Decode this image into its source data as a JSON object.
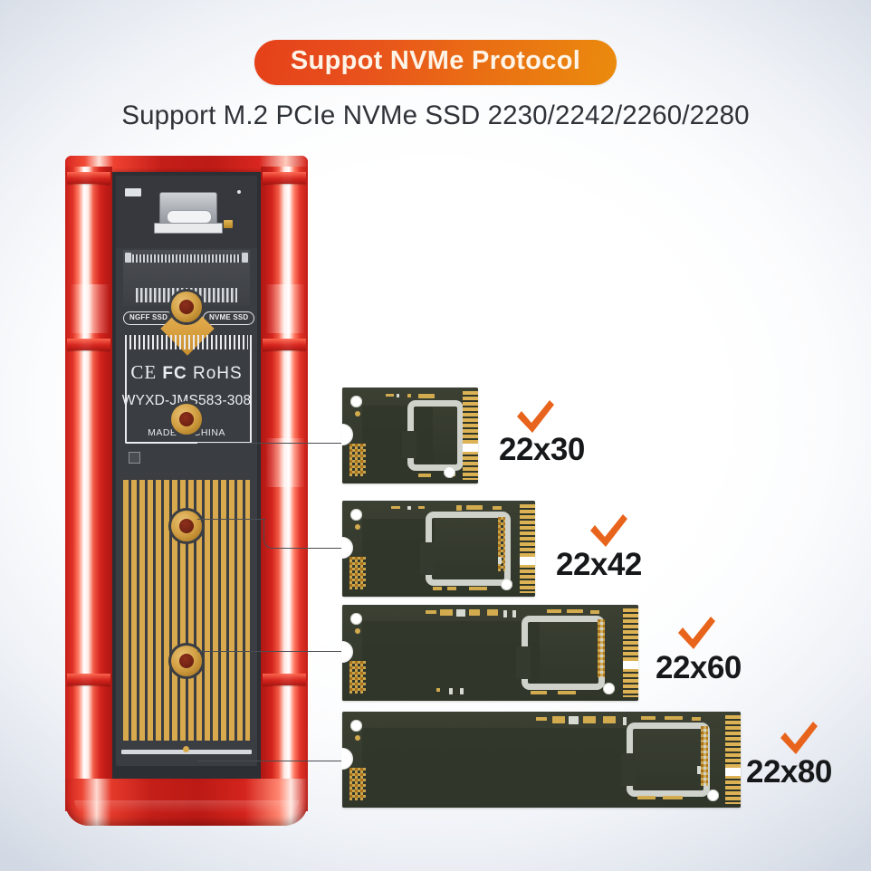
{
  "header": {
    "banner_text": "Suppot NVMe Protocol",
    "subtitle": "Support M.2 PCIe NVMe SSD 2230/2242/2260/2280",
    "banner_gradient_start": "#e5401a",
    "banner_gradient_end": "#ea8b0d",
    "banner_text_color": "#fdf3e6",
    "subtitle_color": "#2f3338"
  },
  "enclosure": {
    "shell_color": "#c41e19",
    "pcb_color": "#3a3d42",
    "heatsink_color": "#d9a94e",
    "badges": {
      "ngff": "NGFF SSD",
      "nvme": "NVME SSD"
    },
    "certifications": {
      "ce": "CE",
      "fc": "FC",
      "rohs": "RoHS"
    },
    "part_number": "WYXD-JMS583-308",
    "origin": "MADE IN CHINA"
  },
  "sizes": [
    {
      "label": "22x30",
      "check": "checkmark-icon"
    },
    {
      "label": "22x42",
      "check": "checkmark-icon"
    },
    {
      "label": "22x60",
      "check": "checkmark-icon"
    },
    {
      "label": "22x80",
      "check": "checkmark-icon"
    }
  ],
  "colors": {
    "accent_orange": "#e8641c",
    "check_orange": "#e8641c",
    "ssd_pcb": "#353a2e",
    "ssd_gold": "#dcb254",
    "ssd_silver": "#cfd2cb",
    "background_edge": "#d3d9e4",
    "background_center": "#ffffff"
  }
}
